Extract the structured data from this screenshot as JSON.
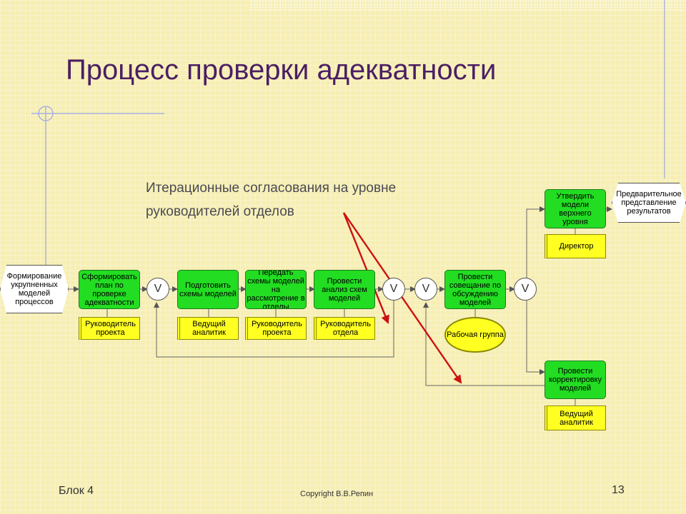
{
  "title": "Процесс проверки адекватности",
  "subtitle": {
    "line1": "Итерационные согласования на уровне",
    "line2": "руководителей отделов"
  },
  "events": {
    "start": "Формирование укрупненных моделей процессов",
    "result": "Предварительное представление результатов"
  },
  "functions": {
    "f1": "Сформировать план по проверке адекватности",
    "f2": "Подготовить схемы моделей",
    "f3": "Передать схемы моделей на рассмотрение в отделы",
    "f4": "Провести анализ схем моделей",
    "f5": "Провести совещание по обсуждению моделей",
    "f6": "Утвердить модели верхнего уровня",
    "f7": "Провести корректировку моделей"
  },
  "org_units": {
    "o1": "Руководитель проекта",
    "o2": "Ведущий аналитик",
    "o3": "Руководитель проекта",
    "o4": "Руководитель отдела",
    "o6": "Директор",
    "o7": "Ведущий аналитик"
  },
  "group": "Рабочая группа",
  "operator_symbol": "V",
  "footer": {
    "block": "Блок 4",
    "copyright": "Copyright В.В.Репин",
    "page": "13"
  },
  "colors": {
    "function": "#22dd22",
    "org_unit": "#ffff22",
    "event": "#ffffff",
    "title": "#4b1f63",
    "annotation_arrow": "#cc1111",
    "background": "#f6eeb4"
  }
}
